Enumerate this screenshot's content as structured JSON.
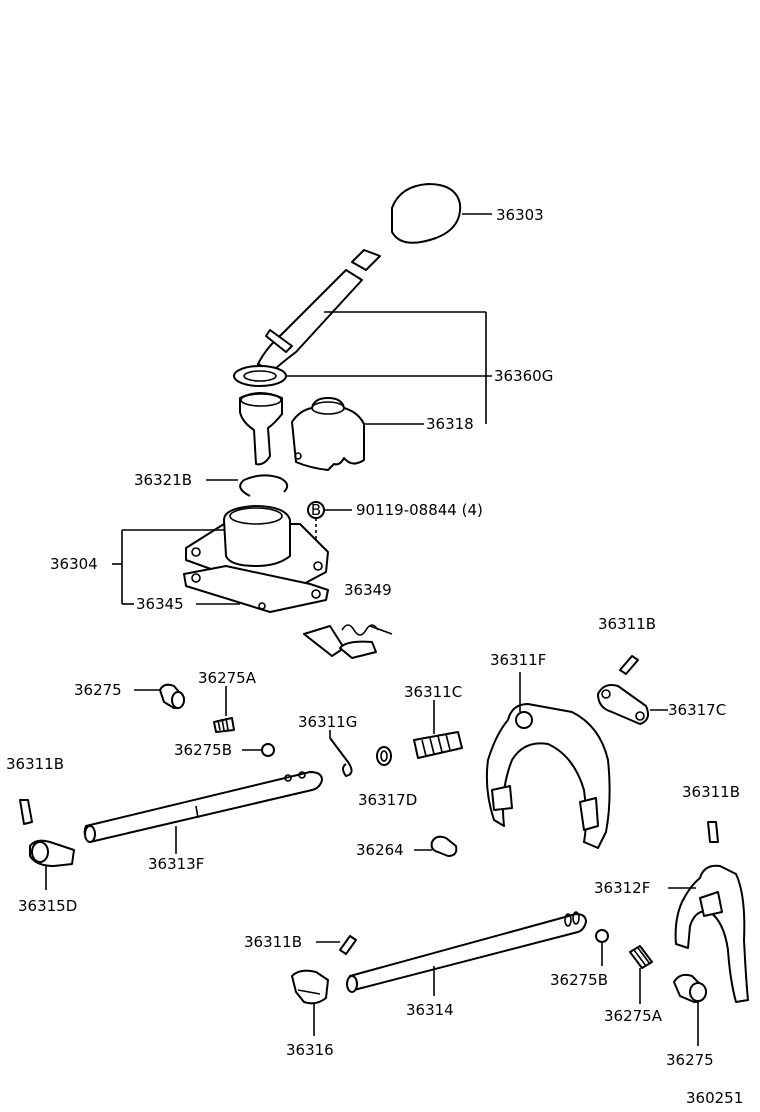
{
  "diagram": {
    "labels": {
      "l36303": "36303",
      "l36360G": "36360G",
      "l36318": "36318",
      "l36321B": "36321B",
      "l90119": "90119-08844 (4)",
      "l36304": "36304",
      "l36345": "36345",
      "l36349": "36349",
      "l36311B_a": "36311B",
      "l36311F": "36311F",
      "l36317C": "36317C",
      "l36275_a": "36275",
      "l36275A_a": "36275A",
      "l36311C": "36311C",
      "l36311G": "36311G",
      "l36275B_a": "36275B",
      "l36311B_b": "36311B",
      "l36317D": "36317D",
      "l36311B_c": "36311B",
      "l36313F": "36313F",
      "l36264": "36264",
      "l36315D": "36315D",
      "l36312F": "36312F",
      "l36311B_d": "36311B",
      "l36275B_b": "36275B",
      "l36314": "36314",
      "l36275A_b": "36275A",
      "l36316": "36316",
      "l36275_b": "36275",
      "figure_id": "360251"
    },
    "bolt_marker": "B"
  }
}
